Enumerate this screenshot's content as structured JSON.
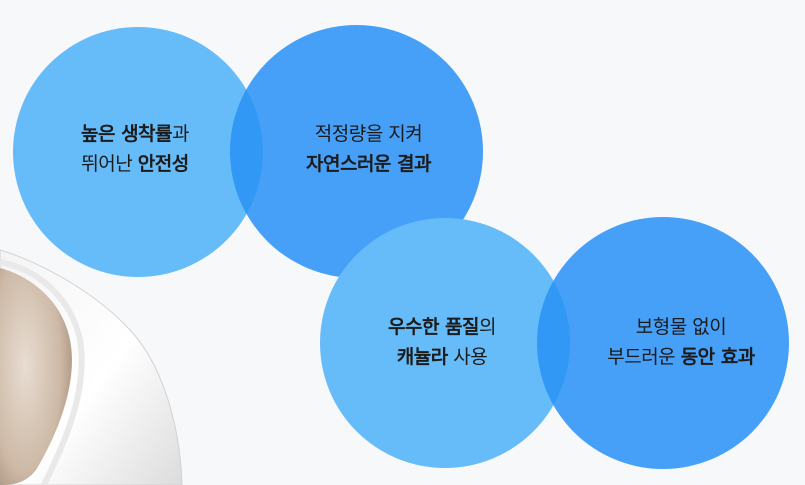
{
  "bubbles": [
    {
      "line1_bold": "높은 생착률",
      "line1_normal": "과",
      "line2_normal": "뛰어난 ",
      "line2_bold": "안전성"
    },
    {
      "line1_normal": "적정량을 지켜",
      "line2_bold": "자연스러운 결과"
    },
    {
      "line1_bold": "우수한 품질",
      "line1_normal": "의",
      "line2_bold": "캐뉼라",
      "line2_normal": " 사용"
    },
    {
      "line1_normal": "보형물 없이",
      "line2_normal": "부드러운 ",
      "line2_bold": "동안 효과"
    }
  ],
  "colors": {
    "background": "#f7f8fa",
    "bubble_light": "#66bbf9",
    "bubble_dark": "#2991f6"
  }
}
